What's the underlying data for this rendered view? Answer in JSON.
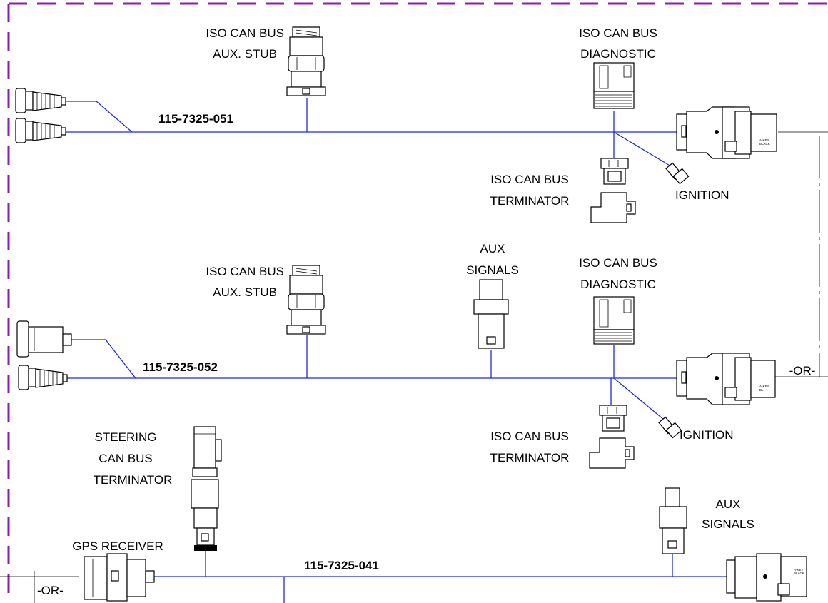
{
  "harness_1": {
    "part_number": "115-7325-051",
    "stub_label": [
      "ISO CAN BUS",
      "AUX. STUB"
    ],
    "diagnostic_label": [
      "ISO CAN BUS",
      "DIAGNOSTIC"
    ],
    "terminator_label": [
      "ISO CAN BUS",
      "TERMINATOR"
    ],
    "ignition_label": "IGNITION"
  },
  "harness_2": {
    "part_number": "115-7325-052",
    "stub_label": [
      "ISO CAN BUS",
      "AUX. STUB"
    ],
    "aux_label": [
      "AUX",
      "SIGNALS"
    ],
    "diagnostic_label": [
      "ISO CAN BUS",
      "DIAGNOSTIC"
    ],
    "terminator_label": [
      "ISO CAN BUS",
      "TERMINATOR"
    ],
    "ignition_label": "IGNITION",
    "or_label": "-OR-"
  },
  "harness_3": {
    "part_number": "115-7325-041",
    "steering_label": [
      "STEERING",
      "CAN BUS",
      "TERMINATOR"
    ],
    "gps_label": "GPS RECEIVER",
    "aux_label": [
      "AUX",
      "SIGNALS"
    ],
    "or_label": "-OR-"
  },
  "connector_key_text": [
    "A-KEY",
    "BLACK",
    "A-KEY",
    "BL",
    "A-KEY",
    "BLACK"
  ],
  "colors": {
    "wire": "#1f2bd6",
    "boundary": "#8b1fa8",
    "ink": "#000000"
  }
}
